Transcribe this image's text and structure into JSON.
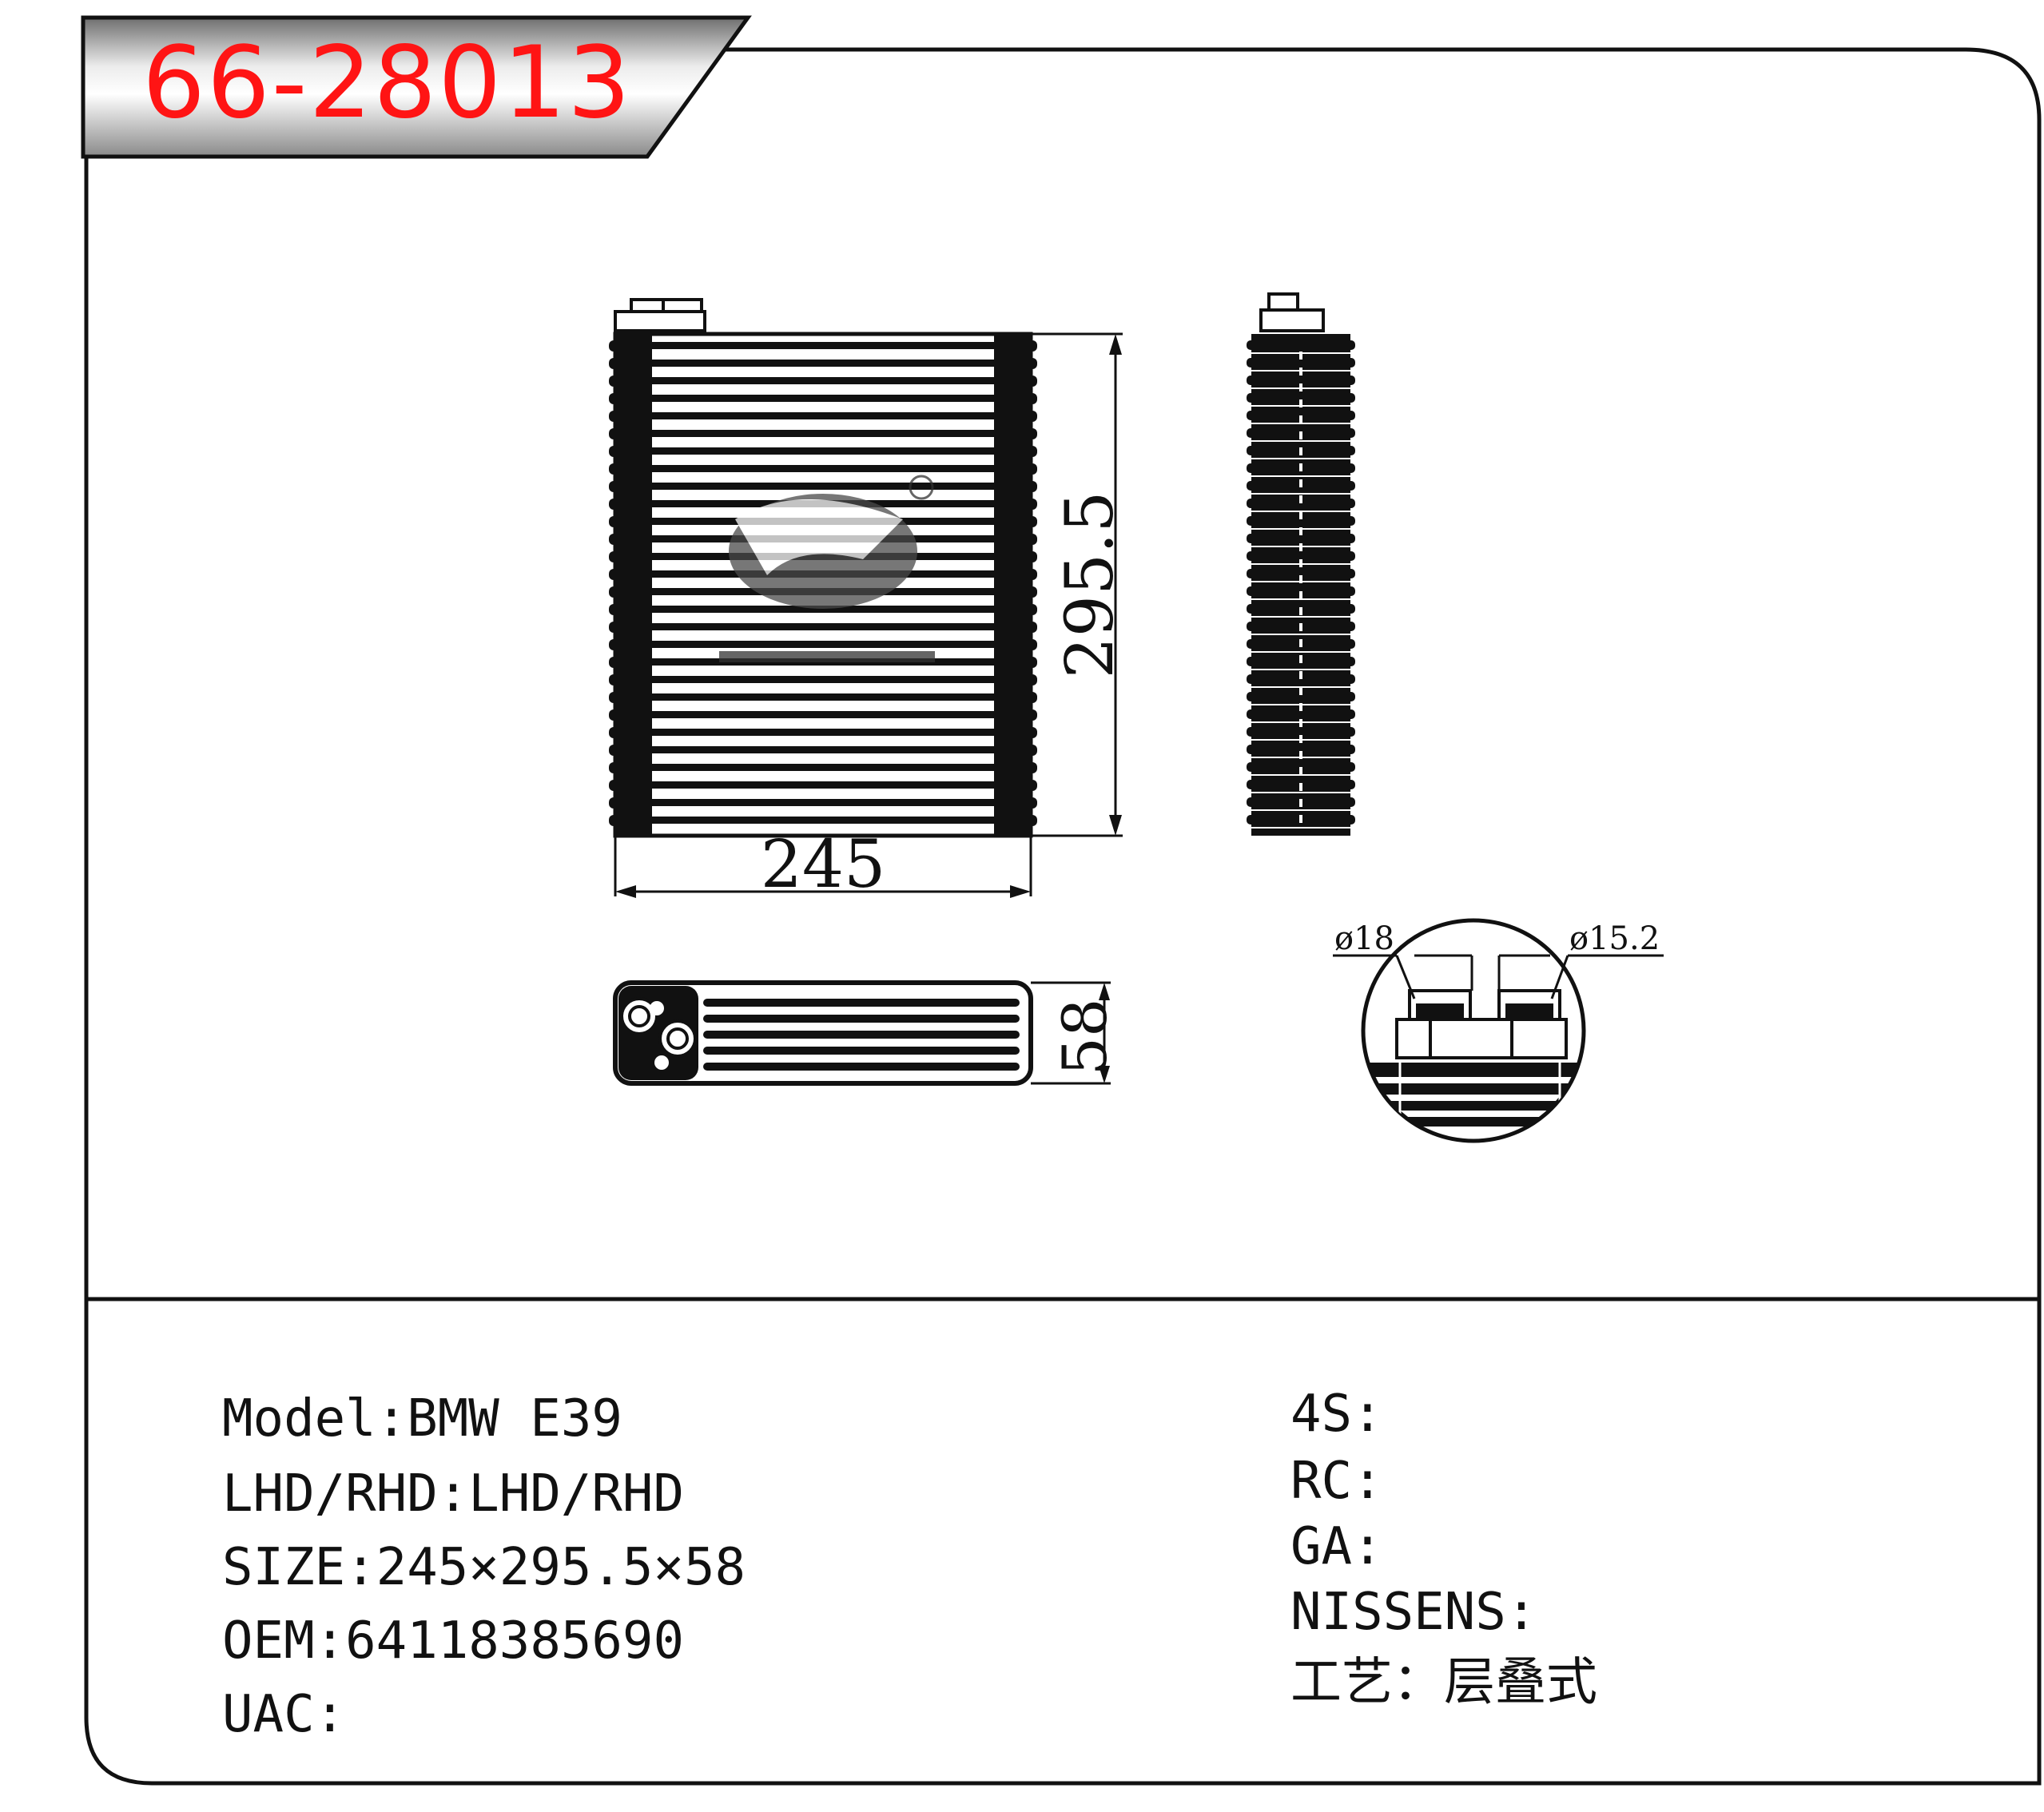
{
  "part_number": "66-28013",
  "dimensions": {
    "width": "245",
    "height": "295.5",
    "depth": "58",
    "pipe_dia_1": "ø18",
    "pipe_dia_2": "ø15.2"
  },
  "specs_left": [
    {
      "label": "Model",
      "sep": ":",
      "value": "BMW E39"
    },
    {
      "label": "LHD/RHD",
      "sep": ":",
      "value": "LHD/RHD"
    },
    {
      "label": "SIZE",
      "sep": ":",
      "value": "245×295.5×58"
    },
    {
      "label": "OEM",
      "sep": ":",
      "value": "64118385690"
    },
    {
      "label": "UAC",
      "sep": ":",
      "value": ""
    }
  ],
  "specs_right": [
    {
      "label": "4S",
      "sep": ":",
      "value": ""
    },
    {
      "label": "RC",
      "sep": ":",
      "value": ""
    },
    {
      "label": "GA",
      "sep": ":",
      "value": ""
    },
    {
      "label": "NISSENS",
      "sep": ":",
      "value": ""
    },
    {
      "label": "工艺",
      "sep": "：",
      "value": "层叠式"
    }
  ],
  "colors": {
    "part_number": "#ff1414",
    "line": "#111111",
    "banner_dark": "#7a7a7a",
    "banner_light": "#f4f4f4"
  },
  "icons": [
    "evaporator-front-view",
    "evaporator-side-view",
    "evaporator-top-view",
    "pipe-detail-circle",
    "brand-watermark-logo"
  ]
}
